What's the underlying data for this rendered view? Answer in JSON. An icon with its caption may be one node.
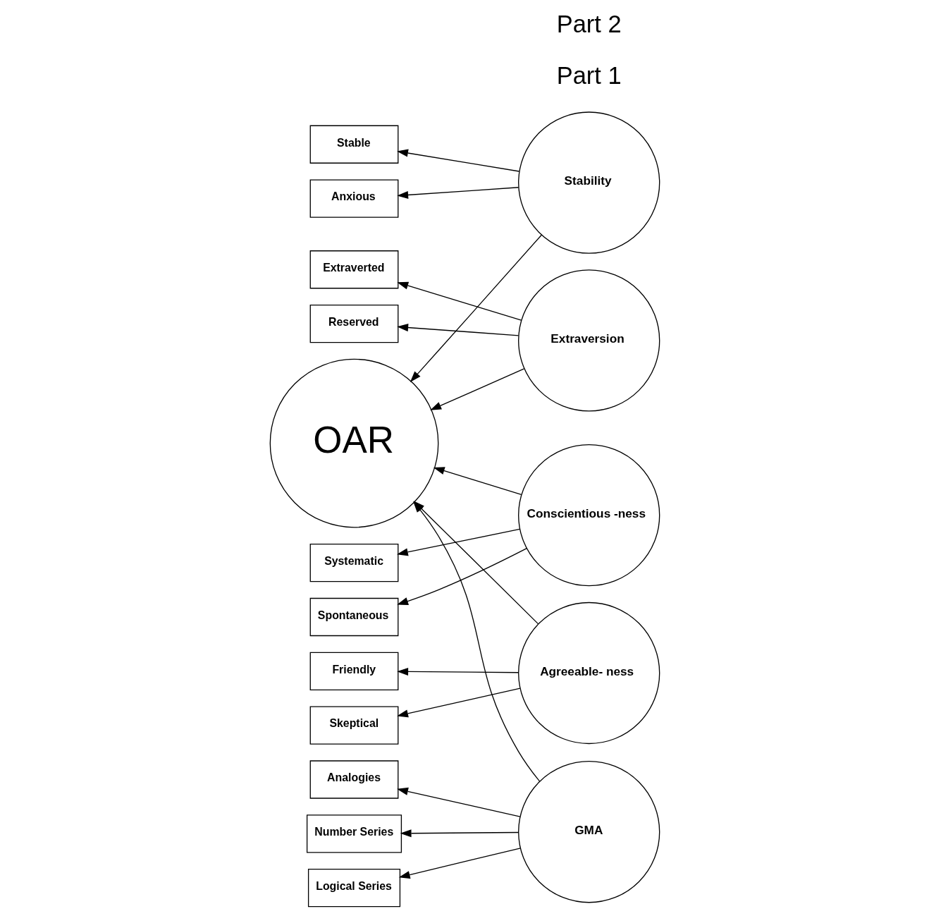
{
  "diagram": {
    "nodes": [
      {
        "text": [
          "Stability"
        ]
      },
      {
        "text": [
          "Stable"
        ]
      },
      {
        "text": [
          "Anxious"
        ]
      },
      {
        "text": [
          "Extraversion"
        ]
      },
      {
        "text": [
          "Extraverted"
        ]
      },
      {
        "text": [
          "Reserved"
        ]
      },
      {
        "text": [
          "Conscientious -ness"
        ]
      },
      {
        "text": [
          "Systematic"
        ]
      },
      {
        "text": [
          "Spontaneous"
        ]
      },
      {
        "text": [
          "Agreeable- ness"
        ]
      },
      {
        "text": [
          "Friendly"
        ]
      },
      {
        "text": [
          "Skeptical"
        ]
      },
      {
        "text": [
          "GMA"
        ]
      },
      {
        "text": [
          "Analogies"
        ]
      },
      {
        "text": [
          "Number Series"
        ]
      },
      {
        "text": [
          "Logical Series"
        ]
      },
      {
        "text": [
          "OAR"
        ]
      }
    ],
    "edges": [
      {
        "from": 0,
        "to": 1,
        "arrow": "to"
      },
      {
        "from": 0,
        "to": 2,
        "arrow": "to"
      },
      {
        "from": 3,
        "to": 4,
        "arrow": "to"
      },
      {
        "from": 3,
        "to": 5,
        "arrow": "to"
      },
      {
        "from": 6,
        "to": 7,
        "arrow": "to"
      },
      {
        "from": 6,
        "to": 8,
        "arrow": "to"
      },
      {
        "from": 9,
        "to": 10,
        "arrow": "to"
      },
      {
        "from": 9,
        "to": 11,
        "arrow": "to"
      },
      {
        "from": 12,
        "to": 13,
        "arrow": "to"
      },
      {
        "from": 12,
        "to": 14,
        "arrow": "to"
      },
      {
        "from": 12,
        "to": 15,
        "arrow": "to"
      },
      {
        "from": 0,
        "to": 16,
        "arrow": "to"
      },
      {
        "from": 3,
        "to": 16,
        "arrow": "to"
      },
      {
        "from": 6,
        "to": 16,
        "arrow": "to"
      },
      {
        "from": 9,
        "to": 16,
        "arrow": "to"
      },
      {
        "from": 12,
        "to": 16,
        "arrow": "to"
      }
    ],
    "labels": [
      "Part 1",
      "Part 2"
    ]
  }
}
